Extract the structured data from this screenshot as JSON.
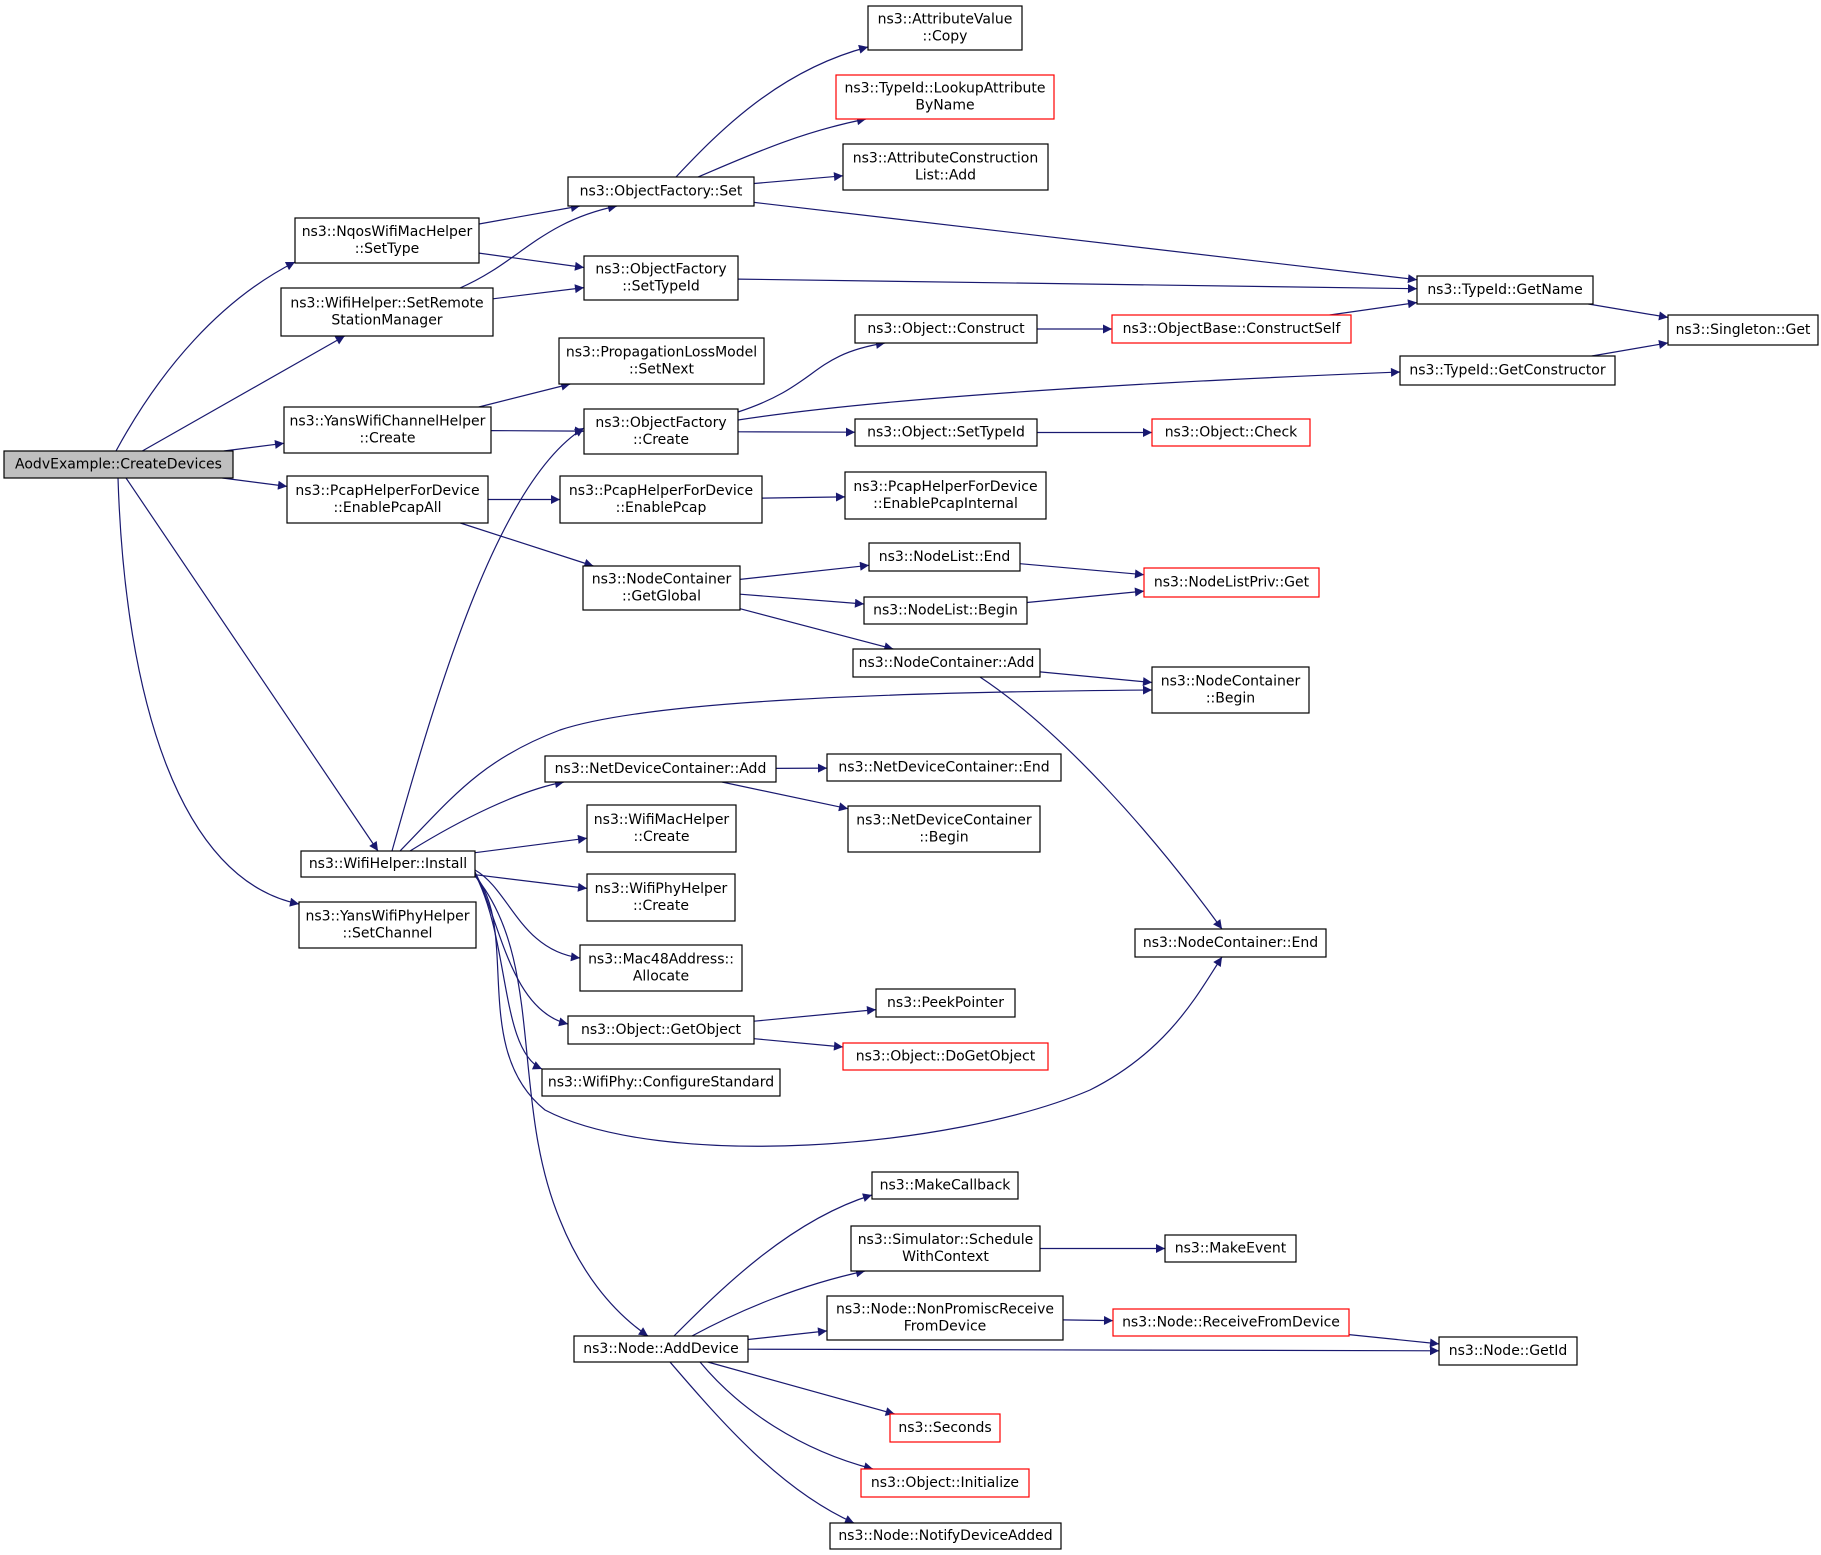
{
  "diagram": {
    "colors": {
      "edge": "#191970",
      "node_border": "#000000",
      "truncated_border": "#ff0000",
      "root_fill": "#bfbfbf",
      "node_fill": "#ffffff"
    },
    "nodes": [
      {
        "id": "root",
        "lines": [
          "AodvExample::CreateDevices"
        ],
        "style": "root"
      },
      {
        "id": "nqos_settype",
        "lines": [
          "ns3::NqosWifiMacHelper",
          "::SetType"
        ],
        "style": "normal"
      },
      {
        "id": "wifi_setremote",
        "lines": [
          "ns3::WifiHelper::SetRemote",
          "StationManager"
        ],
        "style": "normal"
      },
      {
        "id": "yanschan_create",
        "lines": [
          "ns3::YansWifiChannelHelper",
          "::Create"
        ],
        "style": "normal"
      },
      {
        "id": "pcap_enableall",
        "lines": [
          "ns3::PcapHelperForDevice",
          "::EnablePcapAll"
        ],
        "style": "normal"
      },
      {
        "id": "wifi_install",
        "lines": [
          "ns3::WifiHelper::Install"
        ],
        "style": "normal"
      },
      {
        "id": "yansphy_setchannel",
        "lines": [
          "ns3::YansWifiPhyHelper",
          "::SetChannel"
        ],
        "style": "normal"
      },
      {
        "id": "of_set",
        "lines": [
          "ns3::ObjectFactory::Set"
        ],
        "style": "normal"
      },
      {
        "id": "of_settypeid",
        "lines": [
          "ns3::ObjectFactory",
          "::SetTypeId"
        ],
        "style": "normal"
      },
      {
        "id": "plm_setnext",
        "lines": [
          "ns3::PropagationLossModel",
          "::SetNext"
        ],
        "style": "normal"
      },
      {
        "id": "of_create",
        "lines": [
          "ns3::ObjectFactory",
          "::Create"
        ],
        "style": "normal"
      },
      {
        "id": "pcap_enable",
        "lines": [
          "ns3::PcapHelperForDevice",
          "::EnablePcap"
        ],
        "style": "normal"
      },
      {
        "id": "nc_getglobal",
        "lines": [
          "ns3::NodeContainer",
          "::GetGlobal"
        ],
        "style": "normal"
      },
      {
        "id": "ndc_add",
        "lines": [
          "ns3::NetDeviceContainer::Add"
        ],
        "style": "normal"
      },
      {
        "id": "wifimac_create",
        "lines": [
          "ns3::WifiMacHelper",
          "::Create"
        ],
        "style": "normal"
      },
      {
        "id": "wifiphy_create",
        "lines": [
          "ns3::WifiPhyHelper",
          "::Create"
        ],
        "style": "normal"
      },
      {
        "id": "mac48_allocate",
        "lines": [
          "ns3::Mac48Address::",
          "Allocate"
        ],
        "style": "normal"
      },
      {
        "id": "obj_getobject",
        "lines": [
          "ns3::Object::GetObject"
        ],
        "style": "normal"
      },
      {
        "id": "wifiphy_configure",
        "lines": [
          "ns3::WifiPhy::ConfigureStandard"
        ],
        "style": "normal"
      },
      {
        "id": "node_adddevice",
        "lines": [
          "ns3::Node::AddDevice"
        ],
        "style": "normal"
      },
      {
        "id": "av_copy",
        "lines": [
          "ns3::AttributeValue",
          "::Copy"
        ],
        "style": "normal"
      },
      {
        "id": "tid_lookup",
        "lines": [
          "ns3::TypeId::LookupAttribute",
          "ByName"
        ],
        "style": "truncated"
      },
      {
        "id": "acl_add",
        "lines": [
          "ns3::AttributeConstruction",
          "List::Add"
        ],
        "style": "normal"
      },
      {
        "id": "obj_construct",
        "lines": [
          "ns3::Object::Construct"
        ],
        "style": "normal"
      },
      {
        "id": "obj_settypeid",
        "lines": [
          "ns3::Object::SetTypeId"
        ],
        "style": "normal"
      },
      {
        "id": "pcap_enableinternal",
        "lines": [
          "ns3::PcapHelperForDevice",
          "::EnablePcapInternal"
        ],
        "style": "normal"
      },
      {
        "id": "nl_end",
        "lines": [
          "ns3::NodeList::End"
        ],
        "style": "normal"
      },
      {
        "id": "nl_begin",
        "lines": [
          "ns3::NodeList::Begin"
        ],
        "style": "normal"
      },
      {
        "id": "nc_add",
        "lines": [
          "ns3::NodeContainer::Add"
        ],
        "style": "normal"
      },
      {
        "id": "ndc_end",
        "lines": [
          "ns3::NetDeviceContainer::End"
        ],
        "style": "normal"
      },
      {
        "id": "ndc_begin",
        "lines": [
          "ns3::NetDeviceContainer",
          "::Begin"
        ],
        "style": "normal"
      },
      {
        "id": "peekpointer",
        "lines": [
          "ns3::PeekPointer"
        ],
        "style": "normal"
      },
      {
        "id": "obj_dogetobject",
        "lines": [
          "ns3::Object::DoGetObject"
        ],
        "style": "truncated"
      },
      {
        "id": "makecallback",
        "lines": [
          "ns3::MakeCallback"
        ],
        "style": "normal"
      },
      {
        "id": "sim_schedule",
        "lines": [
          "ns3::Simulator::Schedule",
          "WithContext"
        ],
        "style": "normal"
      },
      {
        "id": "node_nonpromisc",
        "lines": [
          "ns3::Node::NonPromiscReceive",
          "FromDevice"
        ],
        "style": "normal"
      },
      {
        "id": "seconds",
        "lines": [
          "ns3::Seconds"
        ],
        "style": "truncated"
      },
      {
        "id": "obj_initialize",
        "lines": [
          "ns3::Object::Initialize"
        ],
        "style": "truncated"
      },
      {
        "id": "node_notify",
        "lines": [
          "ns3::Node::NotifyDeviceAdded"
        ],
        "style": "normal"
      },
      {
        "id": "objbase_constructself",
        "lines": [
          "ns3::ObjectBase::ConstructSelf"
        ],
        "style": "truncated"
      },
      {
        "id": "obj_check",
        "lines": [
          "ns3::Object::Check"
        ],
        "style": "truncated"
      },
      {
        "id": "nlpriv_get",
        "lines": [
          "ns3::NodeListPriv::Get"
        ],
        "style": "truncated"
      },
      {
        "id": "nc_begin",
        "lines": [
          "ns3::NodeContainer",
          "::Begin"
        ],
        "style": "normal"
      },
      {
        "id": "nc_end",
        "lines": [
          "ns3::NodeContainer::End"
        ],
        "style": "normal"
      },
      {
        "id": "makeevent",
        "lines": [
          "ns3::MakeEvent"
        ],
        "style": "normal"
      },
      {
        "id": "node_receivefromdevice",
        "lines": [
          "ns3::Node::ReceiveFromDevice"
        ],
        "style": "truncated"
      },
      {
        "id": "tid_getname",
        "lines": [
          "ns3::TypeId::GetName"
        ],
        "style": "normal"
      },
      {
        "id": "tid_getconstructor",
        "lines": [
          "ns3::TypeId::GetConstructor"
        ],
        "style": "normal"
      },
      {
        "id": "node_getid",
        "lines": [
          "ns3::Node::GetId"
        ],
        "style": "normal"
      },
      {
        "id": "singleton_get",
        "lines": [
          "ns3::Singleton::Get"
        ],
        "style": "normal"
      }
    ],
    "edges": [
      [
        "root",
        "nqos_settype"
      ],
      [
        "root",
        "wifi_setremote"
      ],
      [
        "root",
        "yanschan_create"
      ],
      [
        "root",
        "pcap_enableall"
      ],
      [
        "root",
        "wifi_install"
      ],
      [
        "root",
        "yansphy_setchannel"
      ],
      [
        "nqos_settype",
        "of_set"
      ],
      [
        "nqos_settype",
        "of_settypeid"
      ],
      [
        "wifi_setremote",
        "of_set"
      ],
      [
        "wifi_setremote",
        "of_settypeid"
      ],
      [
        "yanschan_create",
        "plm_setnext"
      ],
      [
        "yanschan_create",
        "of_create"
      ],
      [
        "pcap_enableall",
        "pcap_enable"
      ],
      [
        "pcap_enableall",
        "nc_getglobal"
      ],
      [
        "of_set",
        "av_copy"
      ],
      [
        "of_set",
        "tid_lookup"
      ],
      [
        "of_set",
        "acl_add"
      ],
      [
        "of_set",
        "tid_getname"
      ],
      [
        "of_settypeid",
        "tid_getname"
      ],
      [
        "of_create",
        "obj_construct"
      ],
      [
        "of_create",
        "tid_getconstructor"
      ],
      [
        "of_create",
        "obj_settypeid"
      ],
      [
        "obj_construct",
        "objbase_constructself"
      ],
      [
        "objbase_constructself",
        "tid_getname"
      ],
      [
        "tid_getname",
        "singleton_get"
      ],
      [
        "tid_getconstructor",
        "singleton_get"
      ],
      [
        "obj_settypeid",
        "obj_check"
      ],
      [
        "pcap_enable",
        "pcap_enableinternal"
      ],
      [
        "nc_getglobal",
        "nl_end"
      ],
      [
        "nc_getglobal",
        "nl_begin"
      ],
      [
        "nc_getglobal",
        "nc_add"
      ],
      [
        "nl_end",
        "nlpriv_get"
      ],
      [
        "nl_begin",
        "nlpriv_get"
      ],
      [
        "nc_add",
        "nc_begin"
      ],
      [
        "nc_add",
        "nc_end"
      ],
      [
        "wifi_install",
        "of_create"
      ],
      [
        "wifi_install",
        "nc_begin"
      ],
      [
        "wifi_install",
        "ndc_add"
      ],
      [
        "wifi_install",
        "wifimac_create"
      ],
      [
        "wifi_install",
        "wifiphy_create"
      ],
      [
        "wifi_install",
        "mac48_allocate"
      ],
      [
        "wifi_install",
        "obj_getobject"
      ],
      [
        "wifi_install",
        "wifiphy_configure"
      ],
      [
        "wifi_install",
        "nc_end"
      ],
      [
        "wifi_install",
        "node_adddevice"
      ],
      [
        "ndc_add",
        "ndc_end"
      ],
      [
        "ndc_add",
        "ndc_begin"
      ],
      [
        "obj_getobject",
        "peekpointer"
      ],
      [
        "obj_getobject",
        "obj_dogetobject"
      ],
      [
        "node_adddevice",
        "makecallback"
      ],
      [
        "node_adddevice",
        "sim_schedule"
      ],
      [
        "node_adddevice",
        "node_nonpromisc"
      ],
      [
        "node_adddevice",
        "node_getid"
      ],
      [
        "node_adddevice",
        "seconds"
      ],
      [
        "node_adddevice",
        "obj_initialize"
      ],
      [
        "node_adddevice",
        "node_notify"
      ],
      [
        "sim_schedule",
        "makeevent"
      ],
      [
        "node_nonpromisc",
        "node_receivefromdevice"
      ],
      [
        "node_receivefromdevice",
        "node_getid"
      ]
    ]
  }
}
